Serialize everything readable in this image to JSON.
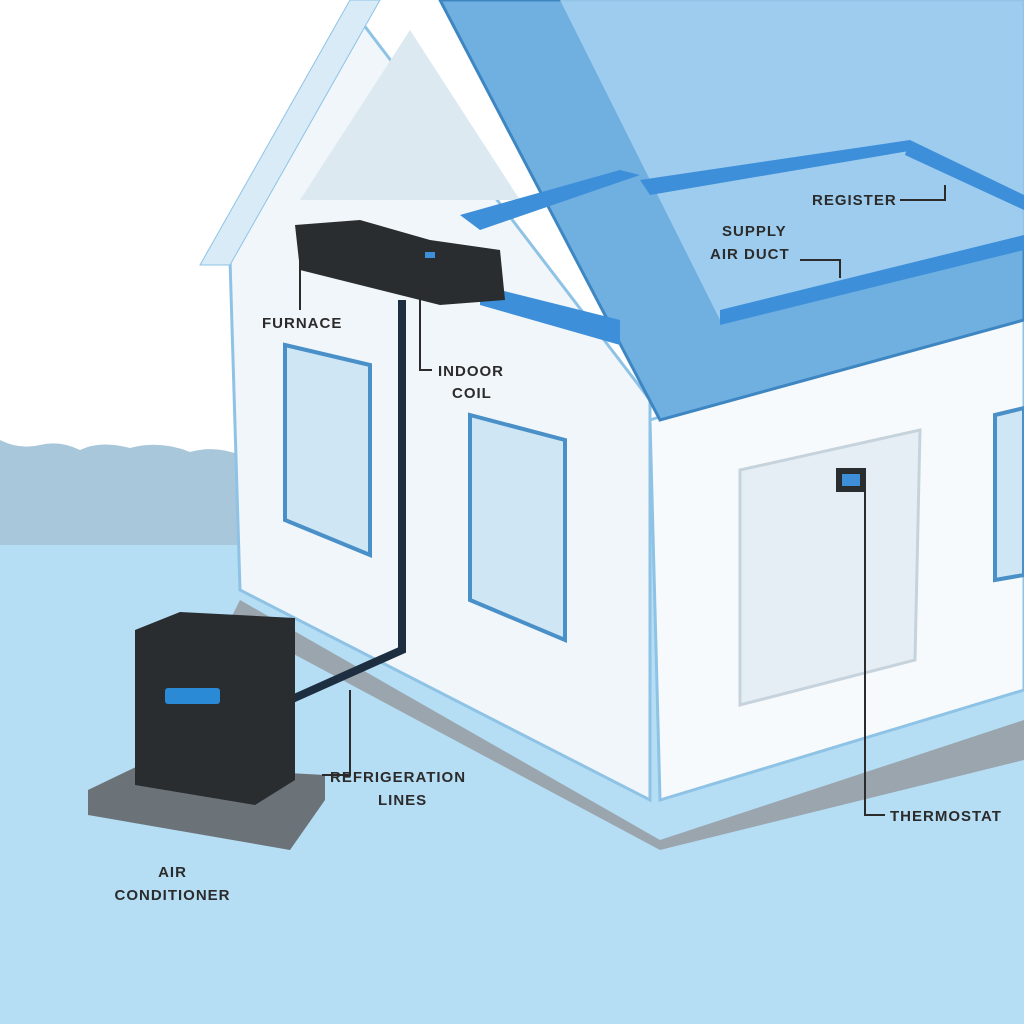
{
  "labels": {
    "furnace": "FURNACE",
    "indoor_coil_1": "INDOOR",
    "indoor_coil_2": "COIL",
    "supply_1": "SUPPLY",
    "supply_2": "AIR DUCT",
    "register": "REGISTER",
    "refrig_1": "REFRIGERATION",
    "refrig_2": "LINES",
    "ac_1": "AIR",
    "ac_2": "CONDITIONER",
    "thermostat": "THERMOSTAT"
  },
  "colors": {
    "ground": "#b5def5",
    "roof": "#4a90c8",
    "duct": "#3d8fd9",
    "wall": "#f4f8fb",
    "unit": "#2a2d30"
  }
}
